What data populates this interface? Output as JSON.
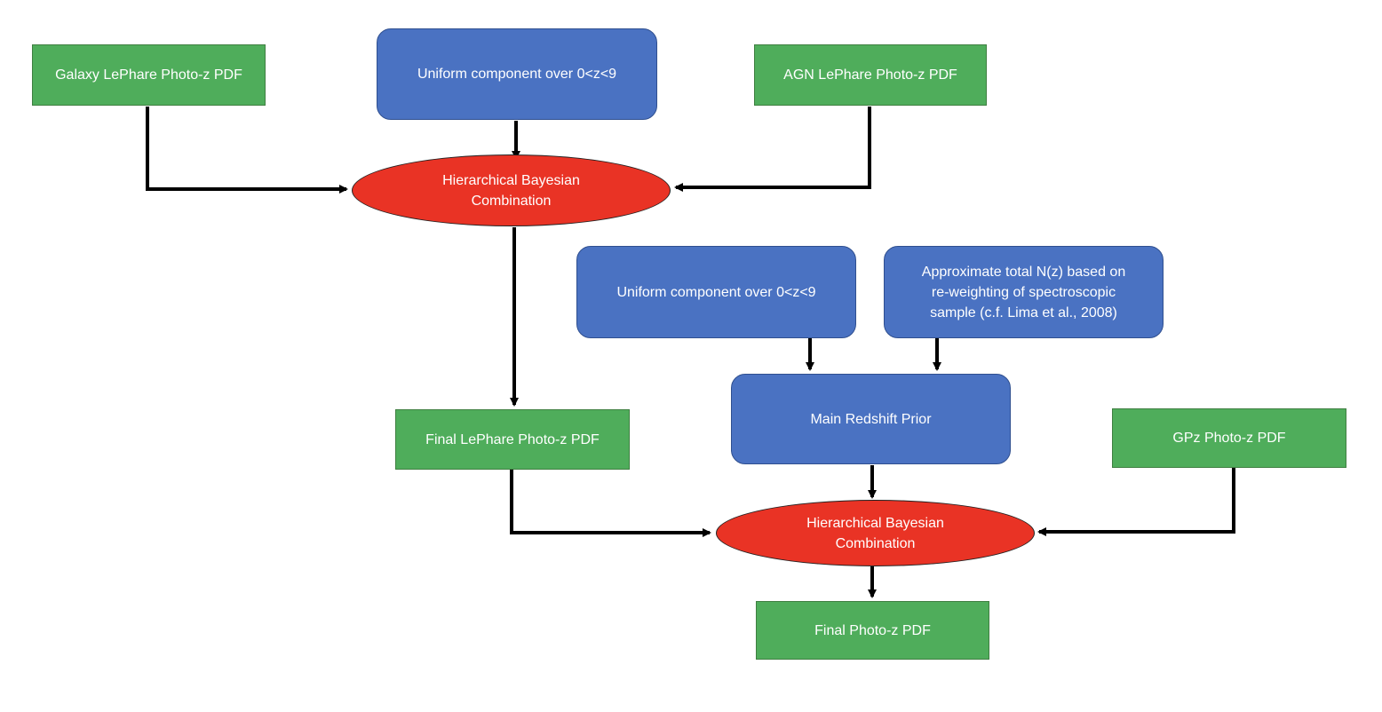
{
  "colors": {
    "data_box": "#4fad5b",
    "prior_box": "#4a72c2",
    "combination": "#e93325",
    "arrow": "#000000"
  },
  "nodes": {
    "galaxy_pdf": "Galaxy LePhare Photo-z PDF",
    "uniform_top": "Uniform component over 0<z<9",
    "agn_pdf": "AGN LePhare Photo-z PDF",
    "combination_1": "Hierarchical Bayesian\nCombination",
    "uniform_mid": "Uniform component over 0<z<9",
    "approx_nz": "Approximate total N(z) based on\nre-weighting of spectroscopic\nsample (c.f. Lima et al., 2008)",
    "final_lephare_pdf": "Final LePhare Photo-z PDF",
    "main_prior": "Main Redshift Prior",
    "gpz_pdf": "GPz Photo-z PDF",
    "combination_2": "Hierarchical Bayesian\nCombination",
    "final_pdf": "Final Photo-z PDF"
  }
}
